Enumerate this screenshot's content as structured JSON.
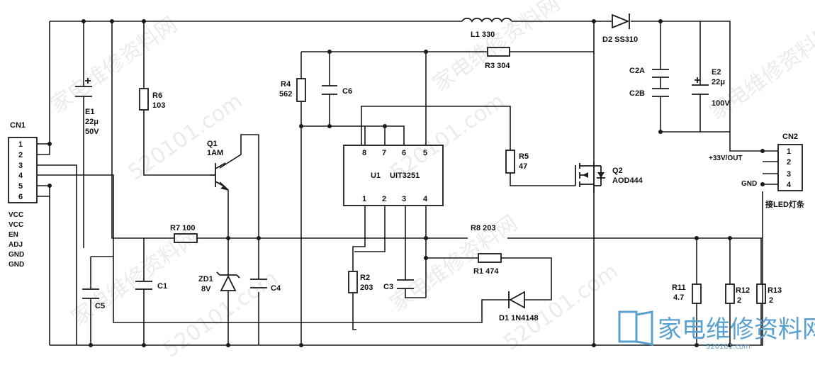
{
  "connectors": {
    "cn1": {
      "ref": "CN1",
      "pins": [
        "1",
        "2",
        "3",
        "4",
        "5",
        "6"
      ],
      "signals": [
        "VCC",
        "VCC",
        "EN",
        "ADJ",
        "GND",
        "GND"
      ]
    },
    "cn2": {
      "ref": "CN2",
      "pins": [
        "1",
        "2",
        "3",
        "4"
      ],
      "out_label": "+33V/OUT",
      "gnd_label": "GND",
      "caption": "接LED灯条"
    }
  },
  "components": {
    "L1": "L1 330",
    "D2": "D2 SS310",
    "R3": "R3 304",
    "R4": {
      "ref": "R4",
      "value": "562"
    },
    "C6": "C6",
    "R6": {
      "ref": "R6",
      "value": "103"
    },
    "E1": {
      "ref": "E1",
      "value": "22μ",
      "rating": "50V"
    },
    "Q1": {
      "ref": "Q1",
      "value": "1AM"
    },
    "U1": {
      "ref": "U1",
      "part": "UIT3251",
      "pins_top": [
        "8",
        "7",
        "6",
        "5"
      ],
      "pins_bottom": [
        "1",
        "2",
        "3",
        "4"
      ]
    },
    "R5": {
      "ref": "R5",
      "value": "47"
    },
    "Q2": {
      "ref": "Q2",
      "part": "AOD444"
    },
    "C2A": "C2A",
    "C2B": "C2B",
    "E2": {
      "ref": "E2",
      "value": "22μ",
      "rating": "100V"
    },
    "R7": "R7 100",
    "R8": "R8 203",
    "R1": "R1 474",
    "ZD1": {
      "ref": "ZD1",
      "value": "8V"
    },
    "C1": "C1",
    "C4": "C4",
    "C5": "C5",
    "R2": {
      "ref": "R2",
      "value": "203"
    },
    "C3": "C3",
    "D1": "D1 1N4148",
    "R11": {
      "ref": "R11",
      "value": "4.7"
    },
    "R12": {
      "ref": "R12",
      "value": "2"
    },
    "R13": {
      "ref": "R13",
      "value": "2"
    }
  },
  "watermark": {
    "site": "520101.com",
    "site_cn": "家电维修资料网",
    "logo_text": "家电维修资料网",
    "logo_url": "520101.com",
    "logo_color": "#5aa0cf"
  }
}
